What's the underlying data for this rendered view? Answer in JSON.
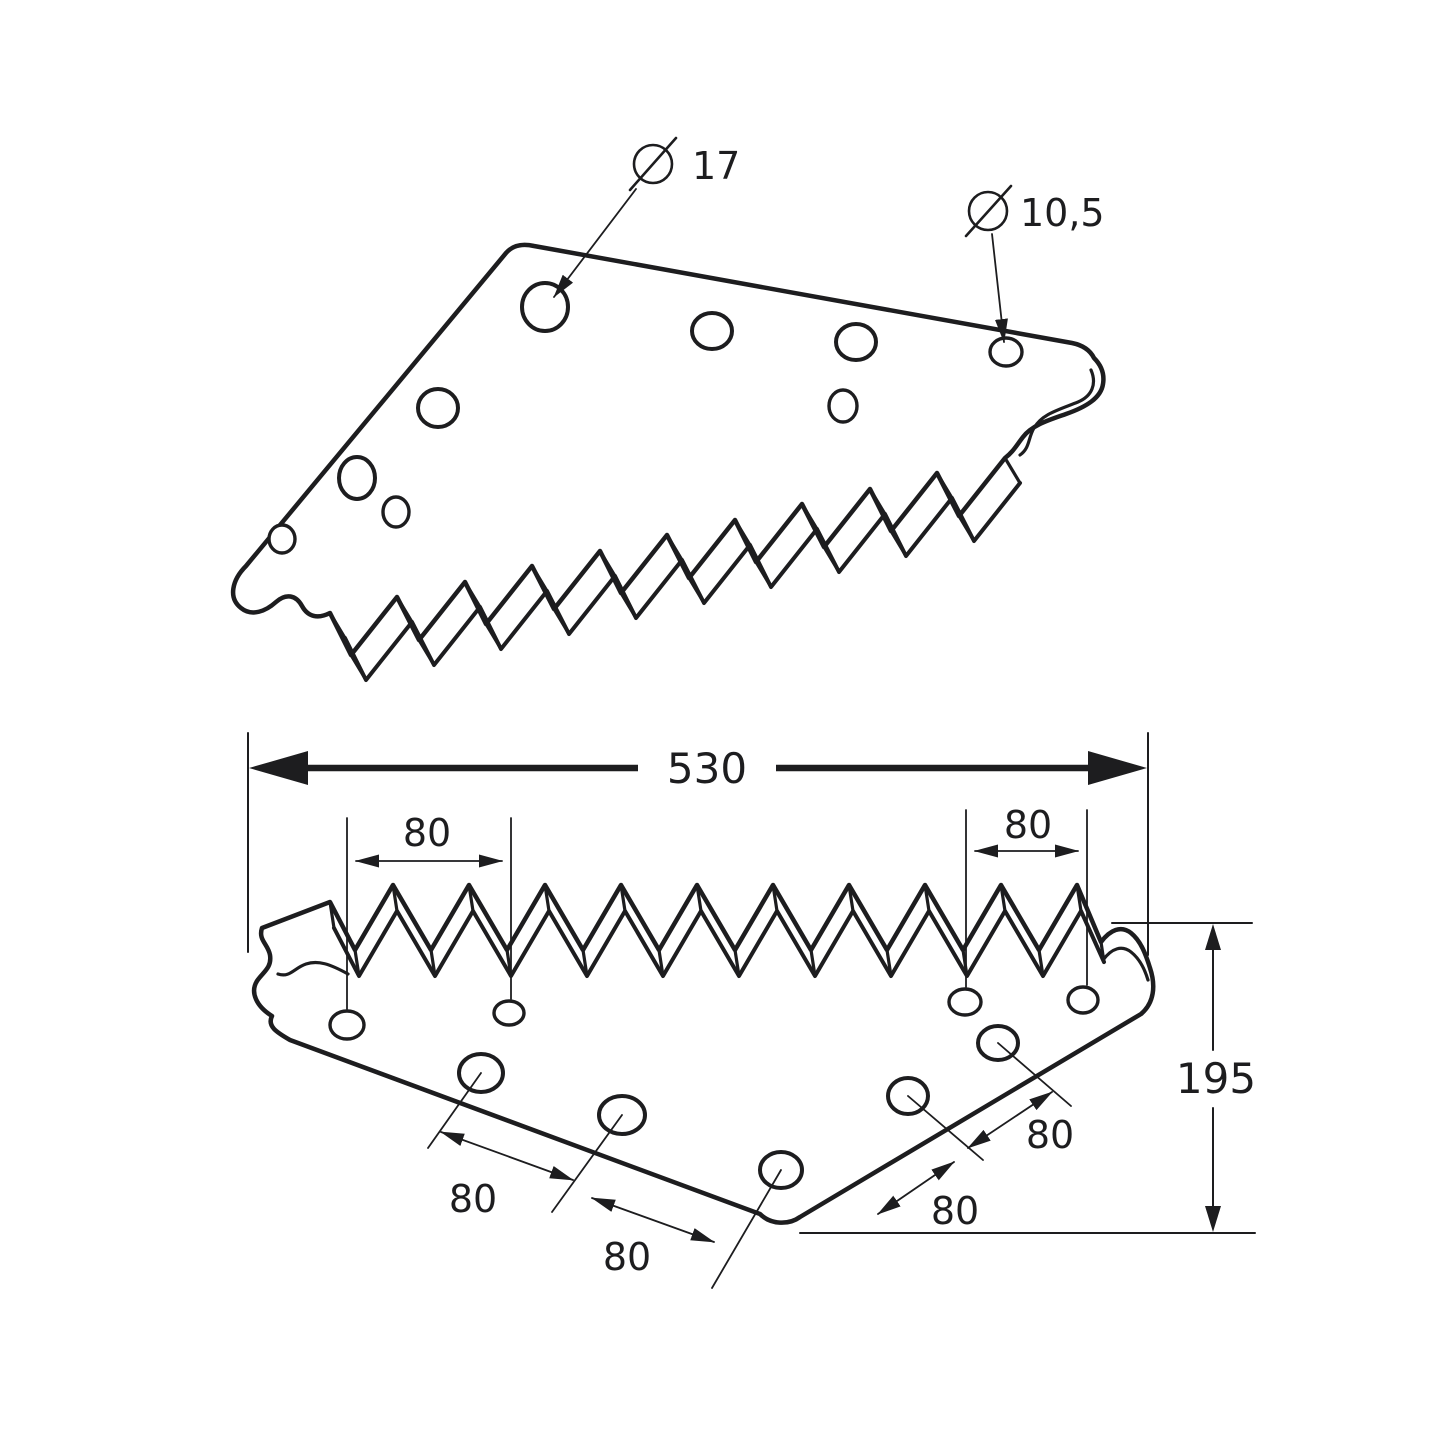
{
  "page": {
    "background": "#ffffff",
    "line_color": "#1d1d1f"
  },
  "views": {
    "perspective": "perspective-view",
    "plan": "plan-view"
  },
  "dims": {
    "overall_width": "530",
    "overall_height": "195",
    "hole_spacing": "80",
    "large_hole_diameter": "17",
    "small_hole_diameter": "10,5"
  }
}
